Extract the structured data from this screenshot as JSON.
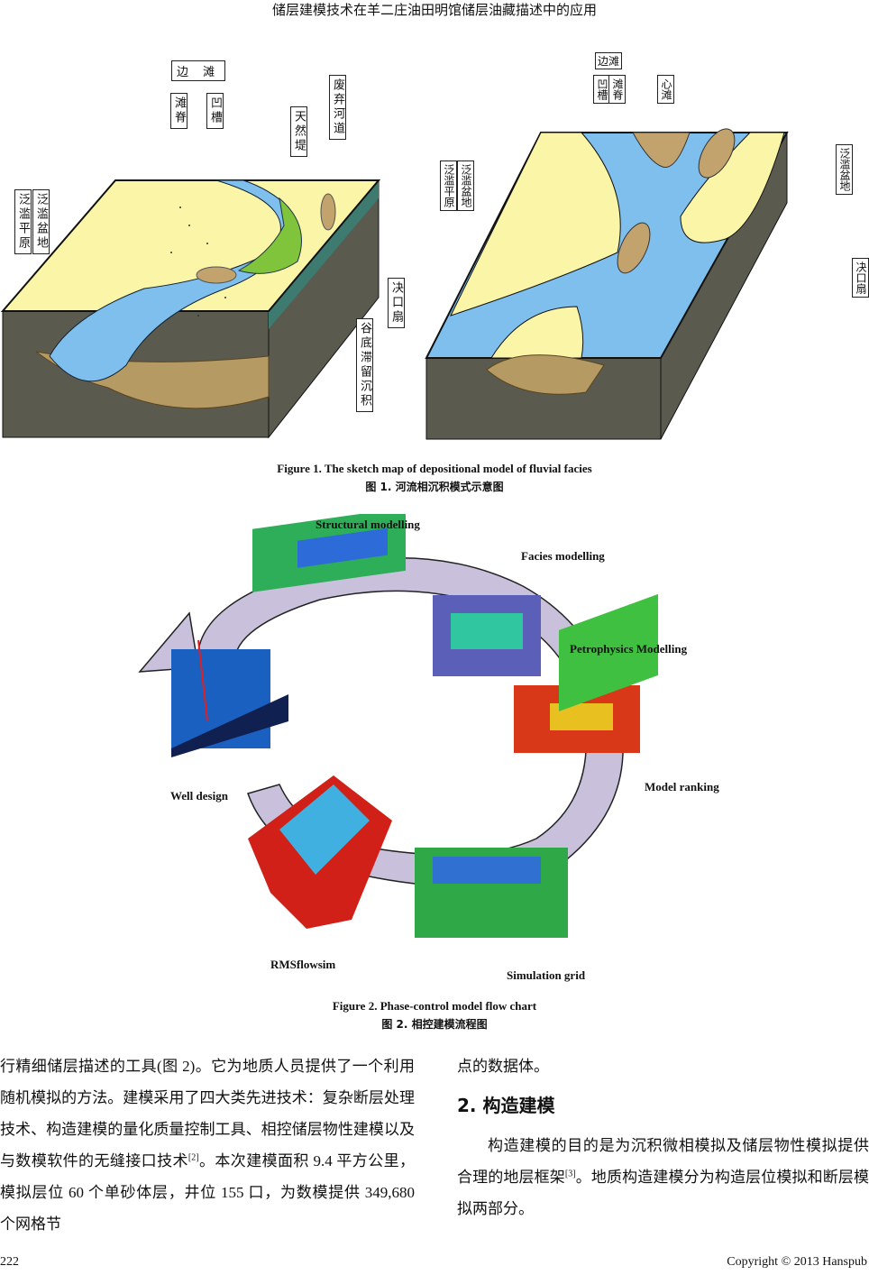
{
  "header": {
    "running_title": "储层建模技术在羊二庄油田明馆储层油藏描述中的应用"
  },
  "figure1": {
    "left": {
      "bian_tan": "边 滩",
      "tan_ji": "滩脊",
      "ao_cao": "凹槽",
      "tian_ran_di": "天然堤",
      "fei_qi_he_dao": "废弃河道",
      "fan_lan_pen_di": "泛滥盆地",
      "fan_lan_ping_yuan": "泛滥平原",
      "jue_kou_shan": "决口扇",
      "gu_di_zhi_liu": "谷底滞留沉积"
    },
    "right": {
      "bian_tan": "边滩",
      "ao_cao": "凹槽",
      "tan_ji": "滩脊",
      "xin_tan": "心滩",
      "fan_lan_ping_yuan": "泛滥平原",
      "fan_lan_pen_di_left": "泛滥盆地",
      "fan_lan_pen_di_right": "泛滥盆地",
      "jue_kou_shan": "决口扇"
    },
    "caption_en": "Figure 1. The sketch map of depositional model of fluvial facies",
    "caption_zh": "图 1.  河流相沉积模式示意图"
  },
  "figure2": {
    "labels": {
      "structural": "Structural modelling",
      "facies": "Facies modelling",
      "petrophysics": "Petrophysics Modelling",
      "ranking": "Model ranking",
      "simgrid": "Simulation grid",
      "rmsflowsim": "RMSflowsim",
      "well": "Well design"
    },
    "caption_en": "Figure 2. Phase-control model flow chart",
    "caption_zh": "图 2.  相控建模流程图"
  },
  "body": {
    "left_p1": "行精细储层描述的工具(图 2)。它为地质人员提供了一个利用随机模拟的方法。建模采用了四大类先进技术：复杂断层处理技术、构造建模的量化质量控制工具、相控储层物性建模以及与数模软件的无缝接口技术",
    "left_ref": "[2]",
    "left_p1_end": "。本次建模面积 9.4 平方公里，模拟层位 60 个单砂体层，井位 155 口，为数模提供 349,680 个网格节",
    "right_p0": "点的数据体。",
    "section_heading": "2.  构造建模",
    "right_p1": "构造建模的目的是为沉积微相模拟及储层物性模拟提供合理的地层框架",
    "right_ref": "[3]",
    "right_p1_end": "。地质构造建模分为构造层位模拟和断层模拟两部分。"
  },
  "footer": {
    "page_number": "222",
    "copyright": "Copyright © 2013 Hanspub"
  }
}
